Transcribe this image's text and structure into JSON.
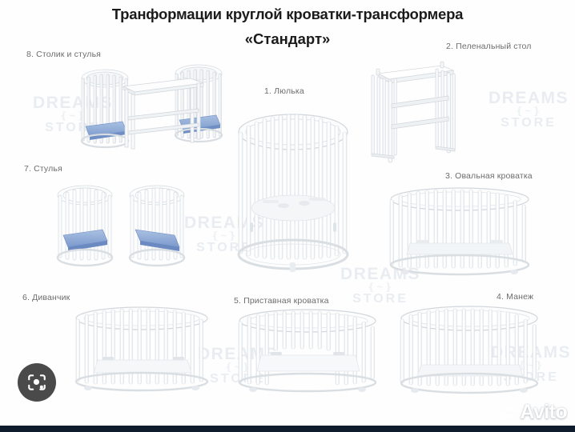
{
  "poster": {
    "title_line1": "Транформации круглой кроватки-трансформера",
    "title_line2": "«Стандарт»",
    "background_color": "#fefefe",
    "label_color": "#6d6d6d",
    "title_color": "#1b1b1b",
    "cushion_color": "#8aa7d4"
  },
  "items": [
    {
      "id": "stolik-i-stulya",
      "label": "8. Столик и стулья"
    },
    {
      "id": "pelenalnyj-stol",
      "label": "2. Пеленальный стол"
    },
    {
      "id": "lyulka",
      "label": "1. Люлька"
    },
    {
      "id": "stulya",
      "label": "7. Стулья"
    },
    {
      "id": "ovalnaya-krovatka",
      "label": "3. Овальная кроватка"
    },
    {
      "id": "divanchik",
      "label": "6. Диванчик"
    },
    {
      "id": "pristavnaya",
      "label": "5. Приставная кроватка"
    },
    {
      "id": "manezh",
      "label": "4. Манеж"
    }
  ],
  "watermarks": [
    {
      "line1": "DREAMS",
      "line2": "STORE"
    },
    {
      "line1": "DREAMS",
      "line2": "STORE"
    },
    {
      "line1": "DREAMS",
      "line2": "STORE"
    },
    {
      "line1": "DREAMS",
      "line2": "STORE"
    },
    {
      "line1": "DREAMS",
      "line2": "STORE"
    },
    {
      "line1": "DREAMS",
      "line2": "STORE"
    }
  ],
  "overlay": {
    "lens_icon": "google-lens-icon",
    "avito_label": "Avito",
    "avito_logo_icon": "avito-dots-icon"
  }
}
